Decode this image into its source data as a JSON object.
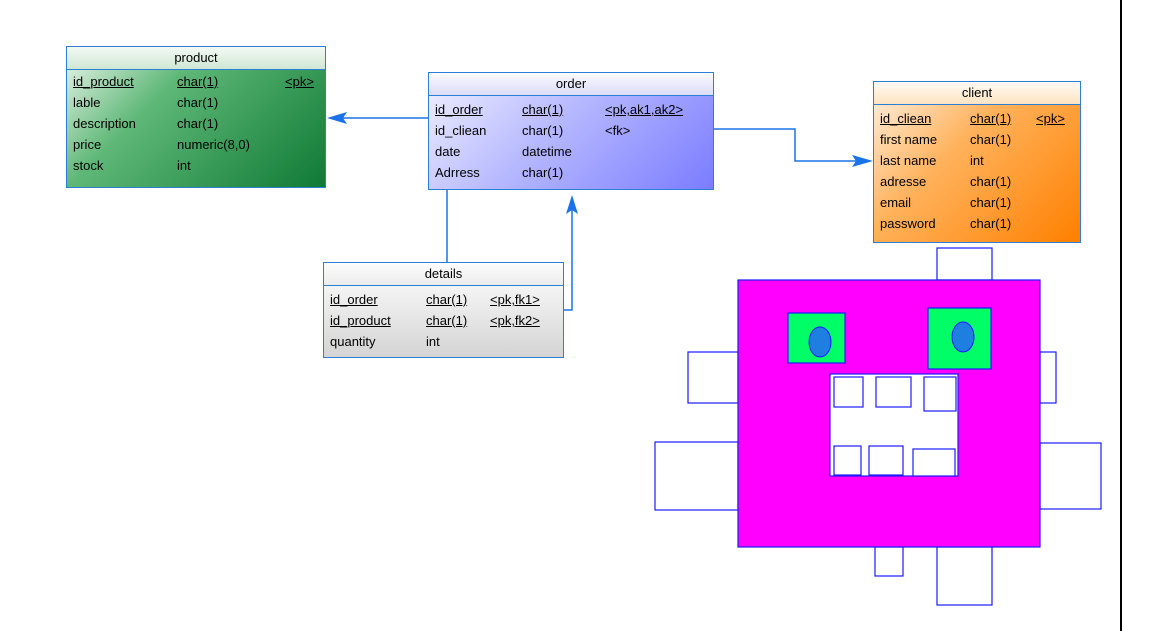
{
  "entities": {
    "product": {
      "title": "product",
      "rows": [
        {
          "name": "id_product",
          "type": "char(1)",
          "key": "<pk>",
          "underline": true
        },
        {
          "name": "lable",
          "type": "char(1)",
          "key": ""
        },
        {
          "name": "description",
          "type": "char(1)",
          "key": ""
        },
        {
          "name": "price",
          "type": "numeric(8,0)",
          "key": ""
        },
        {
          "name": "stock",
          "type": "int",
          "key": ""
        }
      ]
    },
    "order": {
      "title": "order",
      "rows": [
        {
          "name": "id_order",
          "type": "char(1)",
          "key": "<pk,ak1,ak2>",
          "underline": true
        },
        {
          "name": "id_cliean",
          "type": "char(1)",
          "key": "<fk>"
        },
        {
          "name": "date",
          "type": "datetime",
          "key": ""
        },
        {
          "name": "Adrress",
          "type": "char(1)",
          "key": ""
        }
      ]
    },
    "client": {
      "title": "client",
      "rows": [
        {
          "name": "id_cliean",
          "type": "char(1)",
          "key": "<pk>",
          "underline": true
        },
        {
          "name": "first name",
          "type": "char(1)",
          "key": ""
        },
        {
          "name": "last name",
          "type": "int",
          "key": ""
        },
        {
          "name": "adresse",
          "type": "char(1)",
          "key": ""
        },
        {
          "name": "email",
          "type": "char(1)",
          "key": ""
        },
        {
          "name": "password",
          "type": "char(1)",
          "key": ""
        }
      ]
    },
    "details": {
      "title": "details",
      "rows": [
        {
          "name": "id_order",
          "type": "char(1)",
          "key": "<pk,fk1>",
          "underline": true
        },
        {
          "name": "id_product",
          "type": "char(1)",
          "key": "<pk,fk2>",
          "underline": true
        },
        {
          "name": "quantity",
          "type": "int",
          "key": ""
        }
      ]
    }
  },
  "colors": {
    "link": "#1a73e8",
    "monster_body": "#ff00ff",
    "monster_eye_patch": "#00ff66",
    "monster_pupil": "#1e7fe0",
    "monster_outline": "#1a1aff"
  }
}
